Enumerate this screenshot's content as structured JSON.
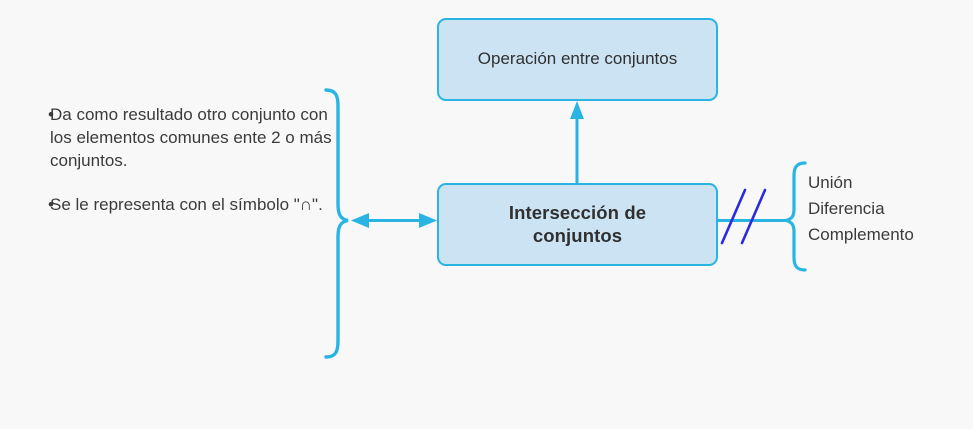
{
  "theme": {
    "background": "#f8f8f9",
    "node_fill": "#cce3f3",
    "node_stroke": "#2ab4e3",
    "connector": "#2ab4e3",
    "brace": "#2ab4e3",
    "slash_marks": "#2a2ae0",
    "text": "#3b3b3b"
  },
  "nodes": {
    "top": {
      "label": "Operación entre conjuntos"
    },
    "main": {
      "line1": "Intersección de",
      "line2": "conjuntos"
    }
  },
  "details": {
    "bullets": [
      "Da como resultado otro conjunto con los elementos comunes ente 2 o más conjuntos.",
      "Se le representa con el símbolo \"∩\"."
    ]
  },
  "related": {
    "items": [
      "Unión",
      "Diferencia",
      "Complemento"
    ]
  },
  "connectors": {
    "up_arrow": "arrow-up-icon",
    "double_arrow": "arrow-left-right-icon",
    "left_brace": "curly-brace-right-icon",
    "right_brace": "curly-brace-left-icon",
    "break_marks": "double-slash-break-icon"
  }
}
